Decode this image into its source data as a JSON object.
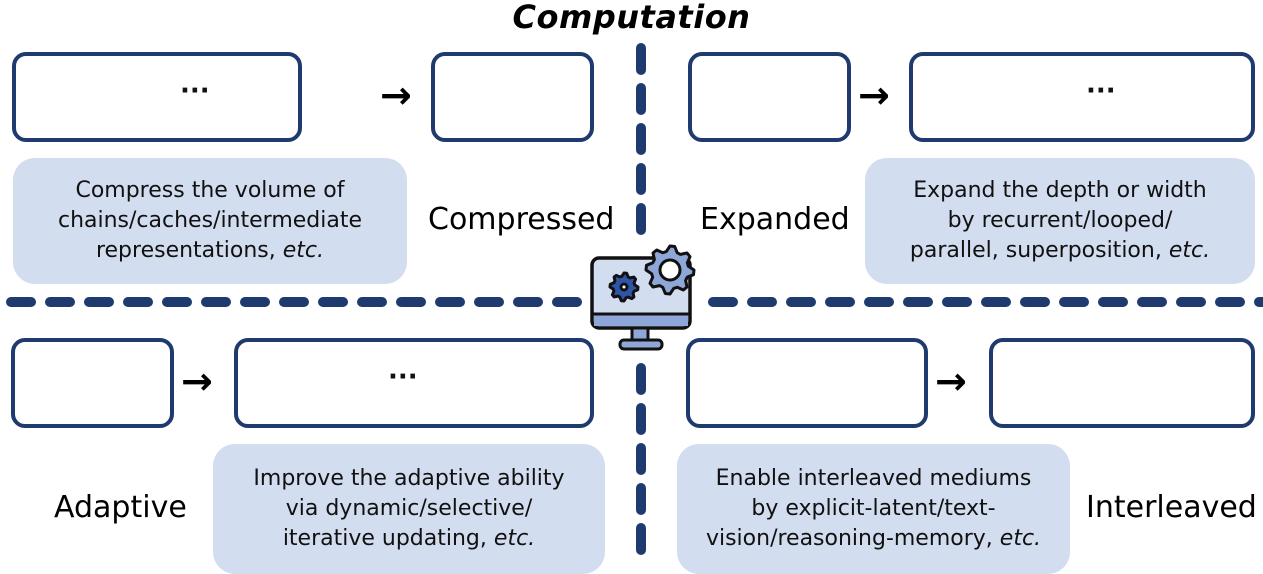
{
  "title": "Computation",
  "colors": {
    "accent_navy": "#1f3a6e",
    "desc_fill": "#d3ddf0",
    "token_gray": "#cfcfcf",
    "token_blue": "#dbe3f5",
    "token_blue_border": "#1f3a6e"
  },
  "quadrants": [
    {
      "id": "compressed",
      "label": "Compressed",
      "description_lines": [
        "Compress the volume of",
        "chains/caches/intermediate",
        "representations,"
      ],
      "description_suffix": "etc.",
      "arrow": "→",
      "ellipsis": "···"
    },
    {
      "id": "expanded",
      "label": "Expanded",
      "description_lines": [
        "Expand the depth or width",
        "by recurrent/looped/",
        "parallel, superposition,"
      ],
      "description_suffix": "etc.",
      "arrow": "→",
      "ellipsis": "···"
    },
    {
      "id": "adaptive",
      "label": "Adaptive",
      "description_lines": [
        "Improve the adaptive ability",
        "via dynamic/selective/",
        "iterative updating,"
      ],
      "description_suffix": "etc.",
      "arrow": "→",
      "ellipsis": "···"
    },
    {
      "id": "interleaved",
      "label": "Interleaved",
      "description_lines": [
        "Enable interleaved mediums",
        "by explicit-latent/text-",
        "vision/reasoning-memory,"
      ],
      "description_suffix": "etc.",
      "arrow": "→"
    }
  ],
  "center_icon": "computer-gears-icon"
}
